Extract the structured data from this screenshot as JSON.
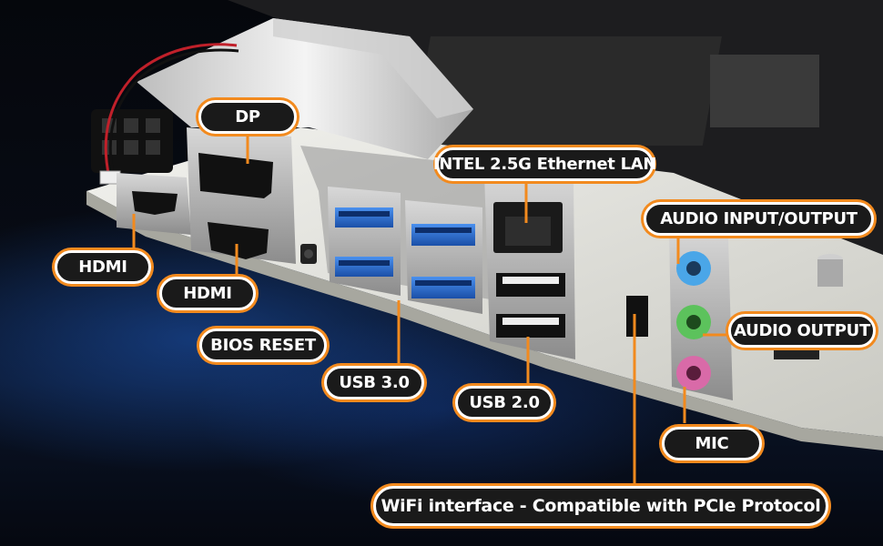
{
  "labels": {
    "dp": "DP",
    "hdmi_1": "HDMI",
    "hdmi_2": "HDMI",
    "bios_reset": "BIOS RESET",
    "usb3": "USB 3.0",
    "usb2": "USB 2.0",
    "ethernet": "INTEL 2.5G Ethernet LAN",
    "audio_io": "AUDIO INPUT/OUTPUT",
    "audio_output": "AUDIO OUTPUT",
    "mic": "MIC",
    "wifi": "WiFi interface - Compatible with PCIe Protocol"
  },
  "colors": {
    "accent": "#f28a1e",
    "label_bg": "#1a1a1a",
    "label_text": "#ffffff",
    "board": "#e9e9e4",
    "usb3_blue": "#2a72d8",
    "audio_blue": "#4aa6e8",
    "audio_green": "#5cc25c",
    "audio_pink": "#d96aa8"
  }
}
